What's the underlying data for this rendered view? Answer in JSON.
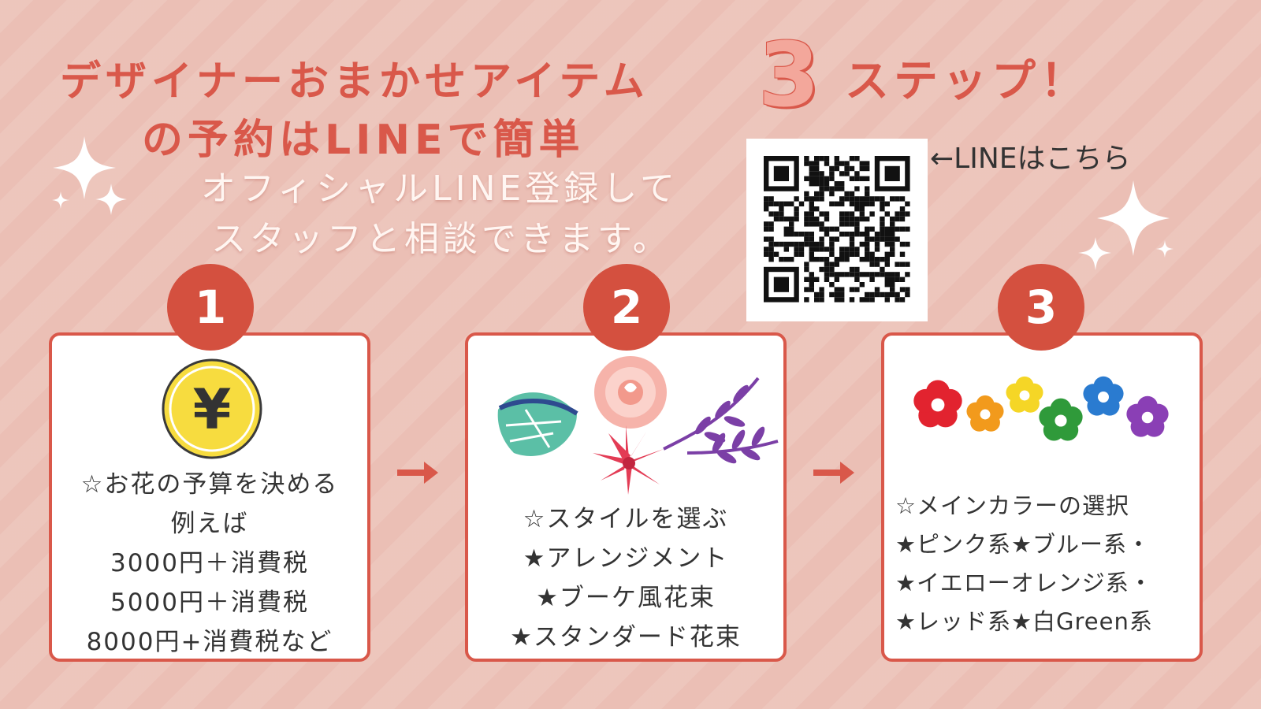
{
  "headline": {
    "line1": "デザイナーおまかせアイテム",
    "line2": "の予約はLINEで簡単",
    "step_count": "3",
    "step_word": "ステップ！"
  },
  "subline": {
    "line1": "オフィシャルLINE登録して",
    "line2": "スタッフと相談できます。"
  },
  "qr": {
    "label": "←LINEはこちら"
  },
  "steps": [
    {
      "number": "1",
      "icon": "yen-coin-icon",
      "lines": [
        "☆お花の予算を決める",
        "例えば",
        "3000円＋消費税",
        "5000円＋消費税",
        "8000円+消費税など"
      ]
    },
    {
      "number": "2",
      "icon": "flower-arrangement-icon",
      "lines": [
        "☆スタイルを選ぶ",
        "★アレンジメント",
        "★ブーケ風花束",
        "★スタンダード花束"
      ]
    },
    {
      "number": "3",
      "icon": "colorful-flowers-icon",
      "lines": [
        "☆メインカラーの選択",
        "★ピンク系★ブルー系・",
        "★イエローオレンジ系・",
        "★レッド系★白Green系"
      ]
    }
  ],
  "colors": {
    "background": "#ebbfb5",
    "accent": "#d9584a",
    "step_circle": "#d4503f",
    "card_bg": "#ffffff"
  }
}
